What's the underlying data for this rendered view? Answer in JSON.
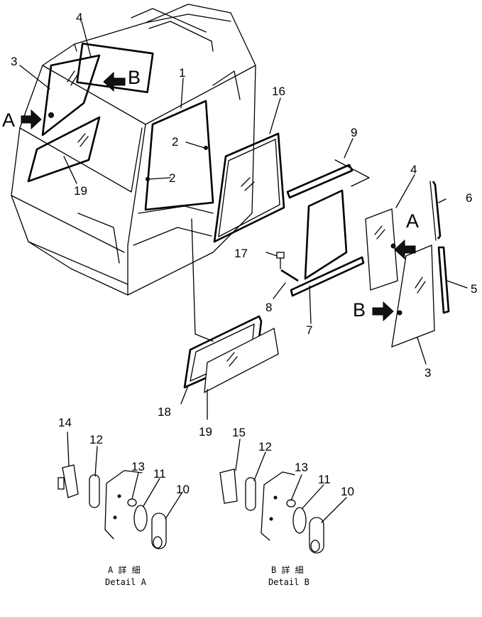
{
  "callouts": {
    "n1": "1",
    "n2a": "2",
    "n2b": "2",
    "n3a": "3",
    "n3b": "3",
    "n4a": "4",
    "n4b": "4",
    "n5": "5",
    "n6": "6",
    "n7": "7",
    "n8": "8",
    "n9": "9",
    "n10a": "10",
    "n10b": "10",
    "n11a": "11",
    "n11b": "11",
    "n12a": "12",
    "n12b": "12",
    "n13a": "13",
    "n13b": "13",
    "n14": "14",
    "n15": "15",
    "n16": "16",
    "n17": "17",
    "n18": "18",
    "n19a": "19",
    "n19b": "19"
  },
  "markers": {
    "a_left": "A",
    "b_top": "B",
    "a_right": "A",
    "b_right": "B"
  },
  "details": {
    "a_jp": "A 詳 細",
    "a_en": "Detail  A",
    "b_jp": "B 詳 細",
    "b_en": "Detail  B"
  }
}
